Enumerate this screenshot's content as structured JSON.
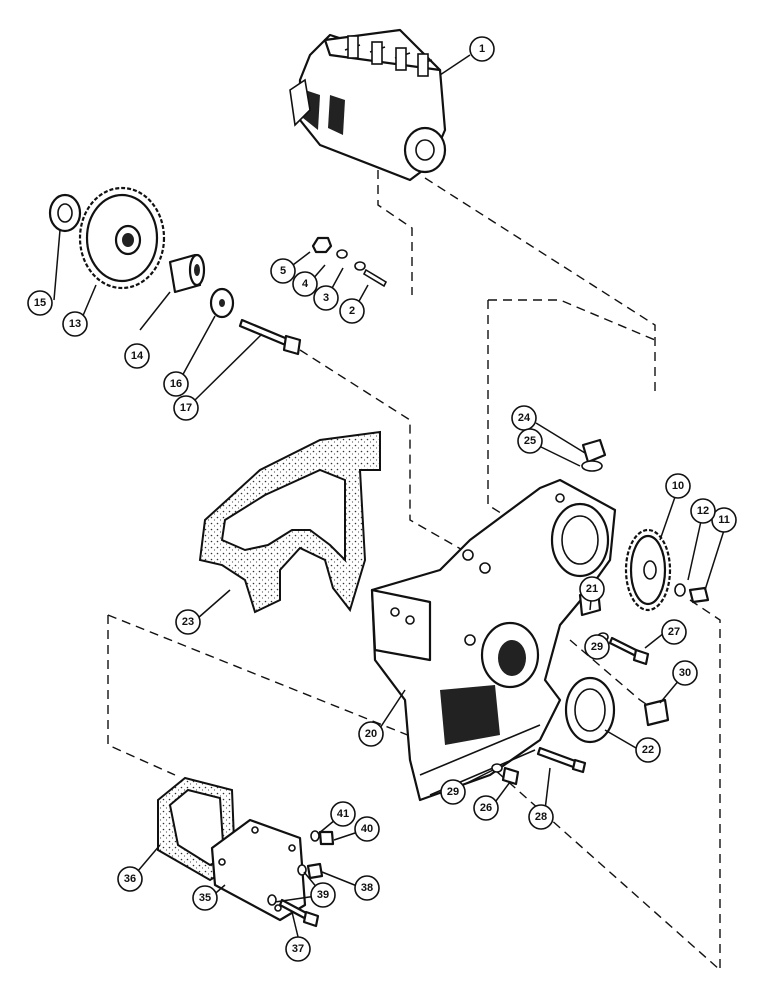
{
  "callouts": [
    "1",
    "2",
    "3",
    "4",
    "5",
    "10",
    "11",
    "12",
    "13",
    "14",
    "15",
    "16",
    "17",
    "20",
    "21",
    "22",
    "23",
    "24",
    "25",
    "26",
    "27",
    "28",
    "29",
    "29",
    "30",
    "35",
    "36",
    "37",
    "38",
    "39",
    "40",
    "41"
  ]
}
